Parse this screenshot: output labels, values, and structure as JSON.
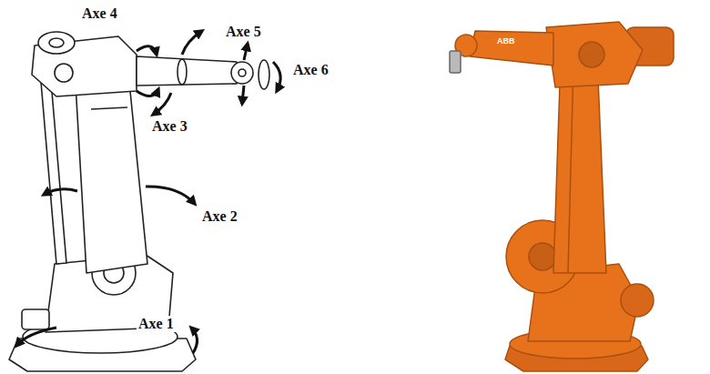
{
  "diagram": {
    "labels": [
      "Axe 4",
      "Axe 5",
      "Axe 6",
      "Axe 3",
      "Axe 2",
      "Axe 1",
      "ABB"
    ]
  }
}
